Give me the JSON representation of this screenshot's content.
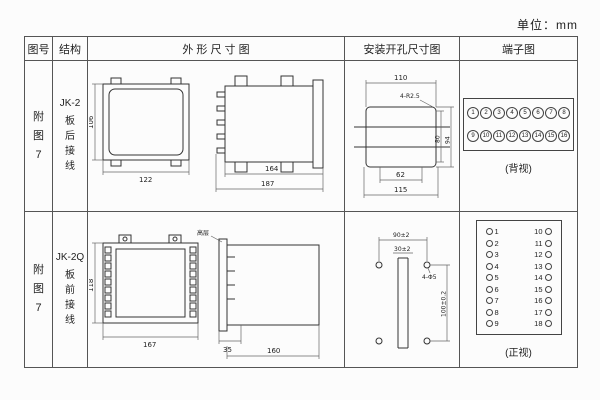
{
  "unit_label": "单位：mm",
  "header": {
    "col_fig": "图号",
    "col_struct": "结构",
    "col_outline": "外 形 尺 寸 图",
    "col_install": "安装开孔尺寸图",
    "col_terminal": "端子图"
  },
  "row1": {
    "fig": [
      "附",
      "图",
      "7"
    ],
    "model": "JK-2",
    "wiring": [
      "板",
      "后",
      "接",
      "线"
    ],
    "outline": {
      "h": "106",
      "w": "122",
      "d1": "164",
      "d2": "187"
    },
    "install": {
      "w": "110",
      "note": "4-R2.5",
      "h1": "80",
      "h2": "94",
      "b1": "62",
      "b2": "115"
    },
    "terminal": {
      "top": [
        "1",
        "2",
        "3",
        "4",
        "5",
        "6",
        "7",
        "8"
      ],
      "bottom": [
        "9",
        "10",
        "11",
        "12",
        "13",
        "14",
        "15",
        "16"
      ],
      "caption": "(背视)"
    }
  },
  "row2": {
    "fig": [
      "附",
      "图",
      "7"
    ],
    "model": "JK-2Q",
    "wiring": [
      "板",
      "前",
      "接",
      "线"
    ],
    "outline": {
      "h": "118",
      "w": "167",
      "p": "35",
      "d": "160",
      "note": "高层"
    },
    "install": {
      "w": "90±2",
      "inner": "30±2",
      "note": "4-Φ5",
      "h": "100±0.2"
    },
    "terminal": {
      "left": [
        "1",
        "2",
        "3",
        "4",
        "5",
        "6",
        "7",
        "8",
        "9"
      ],
      "right": [
        "10",
        "11",
        "12",
        "13",
        "14",
        "15",
        "16",
        "17",
        "18"
      ],
      "caption": "(正视)"
    }
  }
}
